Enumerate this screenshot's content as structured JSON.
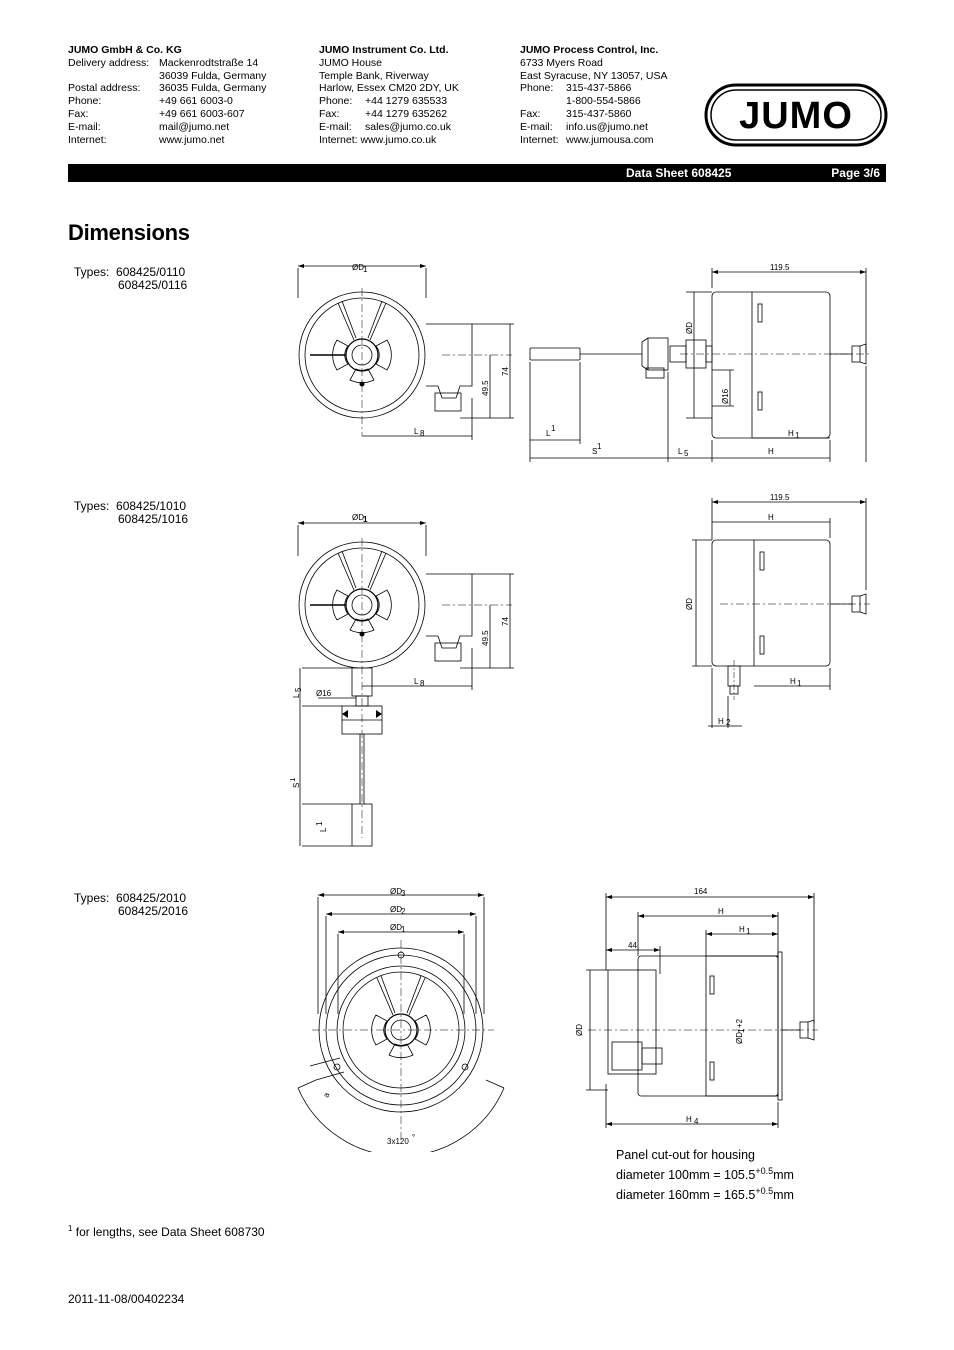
{
  "header": {
    "company1": {
      "name": "JUMO GmbH & Co. KG",
      "delivery_label": "Delivery address:",
      "delivery_1": "Mackenrodtstraße 14",
      "delivery_2": "36039 Fulda, Germany",
      "postal_label": "Postal address:",
      "postal": "36035 Fulda, Germany",
      "phone_label": "Phone:",
      "phone": "+49 661 6003-0",
      "fax_label": "Fax:",
      "fax": "+49 661 6003-607",
      "email_label": "E-mail:",
      "email": "mail@jumo.net",
      "internet_label": "Internet:",
      "internet": "www.jumo.net"
    },
    "company2": {
      "name": "JUMO Instrument Co. Ltd.",
      "line1": "JUMO House",
      "line2": "Temple Bank, Riverway",
      "line3": "Harlow, Essex CM20 2DY, UK",
      "phone_label": "Phone:",
      "phone": "+44 1279 635533",
      "fax_label": "Fax:",
      "fax": "+44 1279 635262",
      "email_label": "E-mail:",
      "email": "sales@jumo.co.uk",
      "internet": "Internet: www.jumo.co.uk"
    },
    "company3": {
      "name": "JUMO Process Control, Inc.",
      "line1": "6733 Myers Road",
      "line2": "East Syracuse, NY 13057, USA",
      "phone_label": "Phone:",
      "phone1": "315-437-5866",
      "phone2": "1-800-554-5866",
      "fax_label": "Fax:",
      "fax": "315-437-5860",
      "email_label": "E-mail:",
      "email": "info.us@jumo.net",
      "internet_label": "Internet:",
      "internet": "www.jumousa.com"
    },
    "logo_text": "JUMO"
  },
  "bar": {
    "data_sheet": "Data Sheet 608425",
    "page": "Page 3/6"
  },
  "title": "Dimensions",
  "sections": [
    {
      "types_label": "Types:",
      "type_a": "608425/0110",
      "type_b": "608425/0116"
    },
    {
      "types_label": "Types:",
      "type_a": "608425/1010",
      "type_b": "608425/1016"
    },
    {
      "types_label": "Types:",
      "type_a": "608425/2010",
      "type_b": "608425/2016"
    }
  ],
  "dims": {
    "d1": "ØD",
    "d1_sub": "1",
    "d": "ØD",
    "d2_sub": "2",
    "d3_sub": "3",
    "v495": "49.5",
    "v74": "74",
    "v1195": "119.5",
    "v164": "164",
    "v44": "44",
    "d16": "Ø16",
    "l8": "L",
    "l8_sub": "8",
    "l5": "L",
    "l5_sub": "5",
    "s": "S",
    "l": "L",
    "fn1": "1",
    "h": "H",
    "h1_sub": "1",
    "h2_sub": "2",
    "h4_sub": "4",
    "a": "a",
    "angle": "3x120",
    "deg": "°",
    "d1plus2": "ØD",
    "plus2": "+2"
  },
  "panel_note": {
    "line1": "Panel cut-out for housing",
    "line2a": "diameter 100mm = 105.5",
    "line2b": "+0.5",
    "line2c": "mm",
    "line3a": "diameter 160mm = 165.5",
    "line3b": "+0.5",
    "line3c": "mm"
  },
  "footnote": {
    "marker": "1",
    "text": " for lengths, see Data Sheet 608730"
  },
  "doc_number": "2011-11-08/00402234"
}
